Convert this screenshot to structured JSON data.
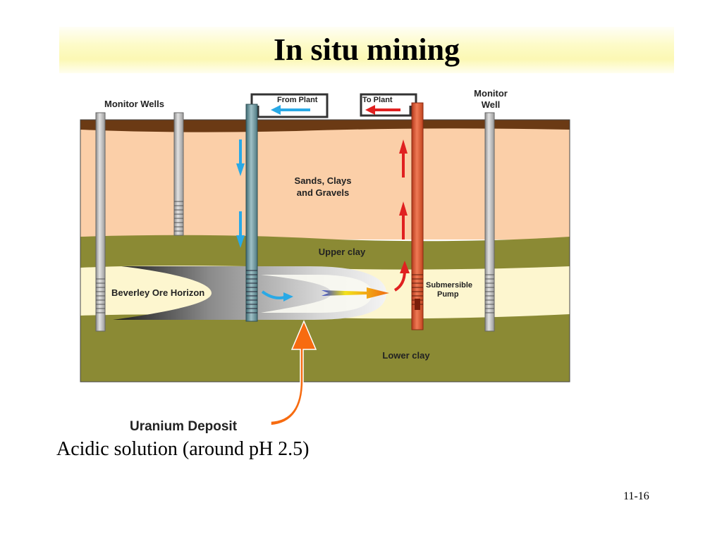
{
  "slide": {
    "title": "In situ mining",
    "caption": "Acidic solution (around pH 2.5)",
    "slide_number": "11-16"
  },
  "diagram": {
    "labels": {
      "monitor_wells": "Monitor Wells",
      "monitor_well_line1": "Monitor",
      "monitor_well_line2": "Well",
      "from_plant": "From Plant",
      "to_plant": "To Plant",
      "sands_line1": "Sands, Clays",
      "sands_line2": "and Gravels",
      "upper_clay": "Upper clay",
      "ore_horizon": "Beverley Ore Horizon",
      "pump_line1": "Submersible",
      "pump_line2": "Pump",
      "lower_clay": "Lower clay",
      "uranium_deposit": "Uranium Deposit"
    },
    "colors": {
      "topsoil": "#6b3a14",
      "sand_layer": "#fbcfa8",
      "clay_layer": "#8b8a34",
      "ore_layer": "#fdf6cf",
      "injection_well": "#6a8f96",
      "extraction_well": "#d9532f",
      "monitor_well": "#c2c2c2",
      "blue_flow": "#29a9e6",
      "red_flow": "#e02020",
      "deposit_arrow": "#f76b10"
    }
  }
}
